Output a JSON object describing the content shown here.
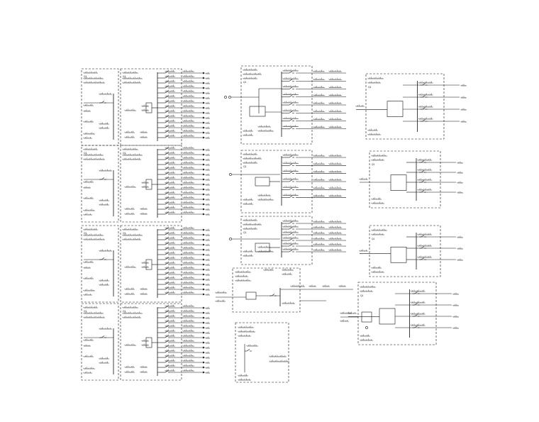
{
  "drawing": {
    "left_panels": [
      {
        "breaker_label": "Q1",
        "outgoing_count": 14
      },
      {
        "breaker_label": "Q1",
        "outgoing_count": 14
      },
      {
        "breaker_label": "Q1",
        "outgoing_count": 14
      },
      {
        "breaker_label": "Q1",
        "outgoing_count": 14
      }
    ],
    "center_panels": [
      {
        "breaker_label": "Q1",
        "outgoing_count": 8
      },
      {
        "breaker_label": "Q1",
        "outgoing_count": 6
      },
      {
        "breaker_label": "Q1",
        "outgoing_count": 6
      }
    ],
    "right_panels": [
      {
        "breaker_label": "Q1",
        "outgoing_count": 4
      },
      {
        "breaker_label": "Q1",
        "outgoing_count": 4
      },
      {
        "breaker_label": "Q1",
        "outgoing_count": 3
      },
      {
        "breaker_label": "Q1",
        "outgoing_count": 4
      }
    ],
    "colors": {
      "line": "#111111",
      "paper": "#ffffff"
    }
  }
}
